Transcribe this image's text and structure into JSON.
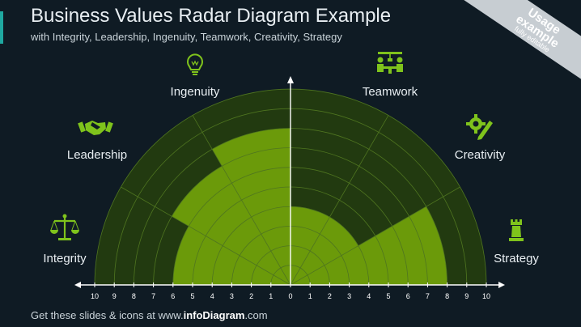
{
  "title": "Business Values Radar Diagram Example",
  "subtitle": "with Integrity, Leadership, Ingenuity, Teamwork, Creativity, Strategy",
  "banner": {
    "line1": "Usage",
    "line2": "example",
    "line3": "fully editable"
  },
  "footer": {
    "prefix": "Get these slides & icons at www.",
    "brand": "infoDiagram",
    "suffix": ".com"
  },
  "colors": {
    "background": "#0f1b24",
    "track": "#223a10",
    "value": "#6b9a0a",
    "grid": "#4f7520",
    "axis": "#ffffff",
    "icon": "#7fc31c"
  },
  "chart_data": {
    "type": "radar",
    "scale_max": 10,
    "ticks_left": [
      10,
      9,
      8,
      7,
      6,
      5,
      4,
      3,
      2,
      1
    ],
    "tick_center": 0,
    "ticks_right": [
      1,
      2,
      3,
      4,
      5,
      6,
      7,
      8,
      9,
      10
    ],
    "categories": [
      {
        "name": "Integrity",
        "value": 6,
        "icon": "scales-icon"
      },
      {
        "name": "Leadership",
        "value": 7,
        "icon": "handshake-icon"
      },
      {
        "name": "Ingenuity",
        "value": 8,
        "icon": "lightbulb-icon"
      },
      {
        "name": "Teamwork",
        "value": 4,
        "icon": "team-meeting-icon"
      },
      {
        "name": "Creativity",
        "value": 4,
        "icon": "gear-pencil-icon"
      },
      {
        "name": "Strategy",
        "value": 8,
        "icon": "chess-rook-icon"
      }
    ]
  }
}
